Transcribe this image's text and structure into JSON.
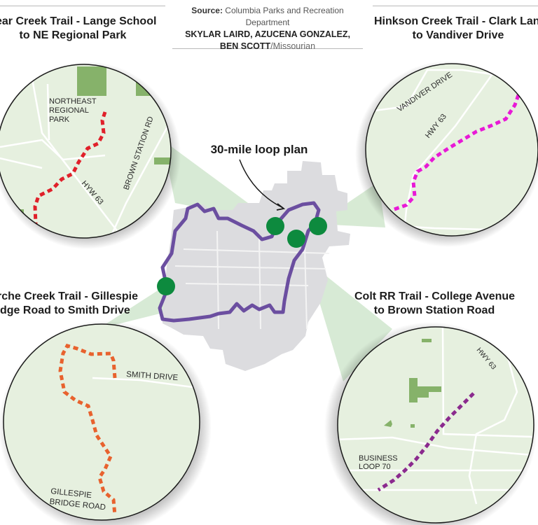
{
  "header": {
    "source_label": "Source:",
    "source_text": "Columbia Parks and Recreation Department",
    "credit_names_line1": "SKYLAR LAIRD, AZUCENA GONZALEZ,",
    "credit_names_line2": "BEN SCOTT",
    "credit_publication": "/Missourian"
  },
  "center_map": {
    "callout": "30-mile loop plan",
    "loop_color": "#6b4ea0",
    "marker_color": "#0d8a3e",
    "city_color": "#d9d9dc",
    "marker_count": 4
  },
  "insets": [
    {
      "id": "bear-creek",
      "title_line1": "ear Creek Trail - Lange School",
      "title_line2": "to NE Regional Park",
      "trail_color": "#e0202a",
      "labels": [
        "NORTHEAST",
        "REGIONAL",
        "PARK",
        "HYW 63",
        "BROWN STATION RD"
      ]
    },
    {
      "id": "hinkson-creek",
      "title_line1": "Hinkson Creek Trail - Clark Lane",
      "title_line2": "to Vandiver Drive",
      "trail_color": "#e819d6",
      "labels": [
        "VANDIVER DRIVE",
        "HWY 63"
      ]
    },
    {
      "id": "perche-creek",
      "title_line1": "rche Creek Trail - Gillespie",
      "title_line2": "dge Road to Smith Drive",
      "trail_color": "#e8622e",
      "labels": [
        "SMITH DRIVE",
        "GILLESPIE",
        "BRIDGE ROAD"
      ]
    },
    {
      "id": "colt-rr",
      "title_line1": "Colt RR Trail - College Avenue",
      "title_line2": "to  Brown Station Road",
      "trail_color": "#8b2a8e",
      "labels": [
        "HWY 63",
        "BUSINESS",
        "LOOP 70"
      ]
    }
  ],
  "colors": {
    "inset_fill": "#e6f0df",
    "park_fill": "#86b26a",
    "road": "#ffffff",
    "beam": "#cfe5cc"
  }
}
